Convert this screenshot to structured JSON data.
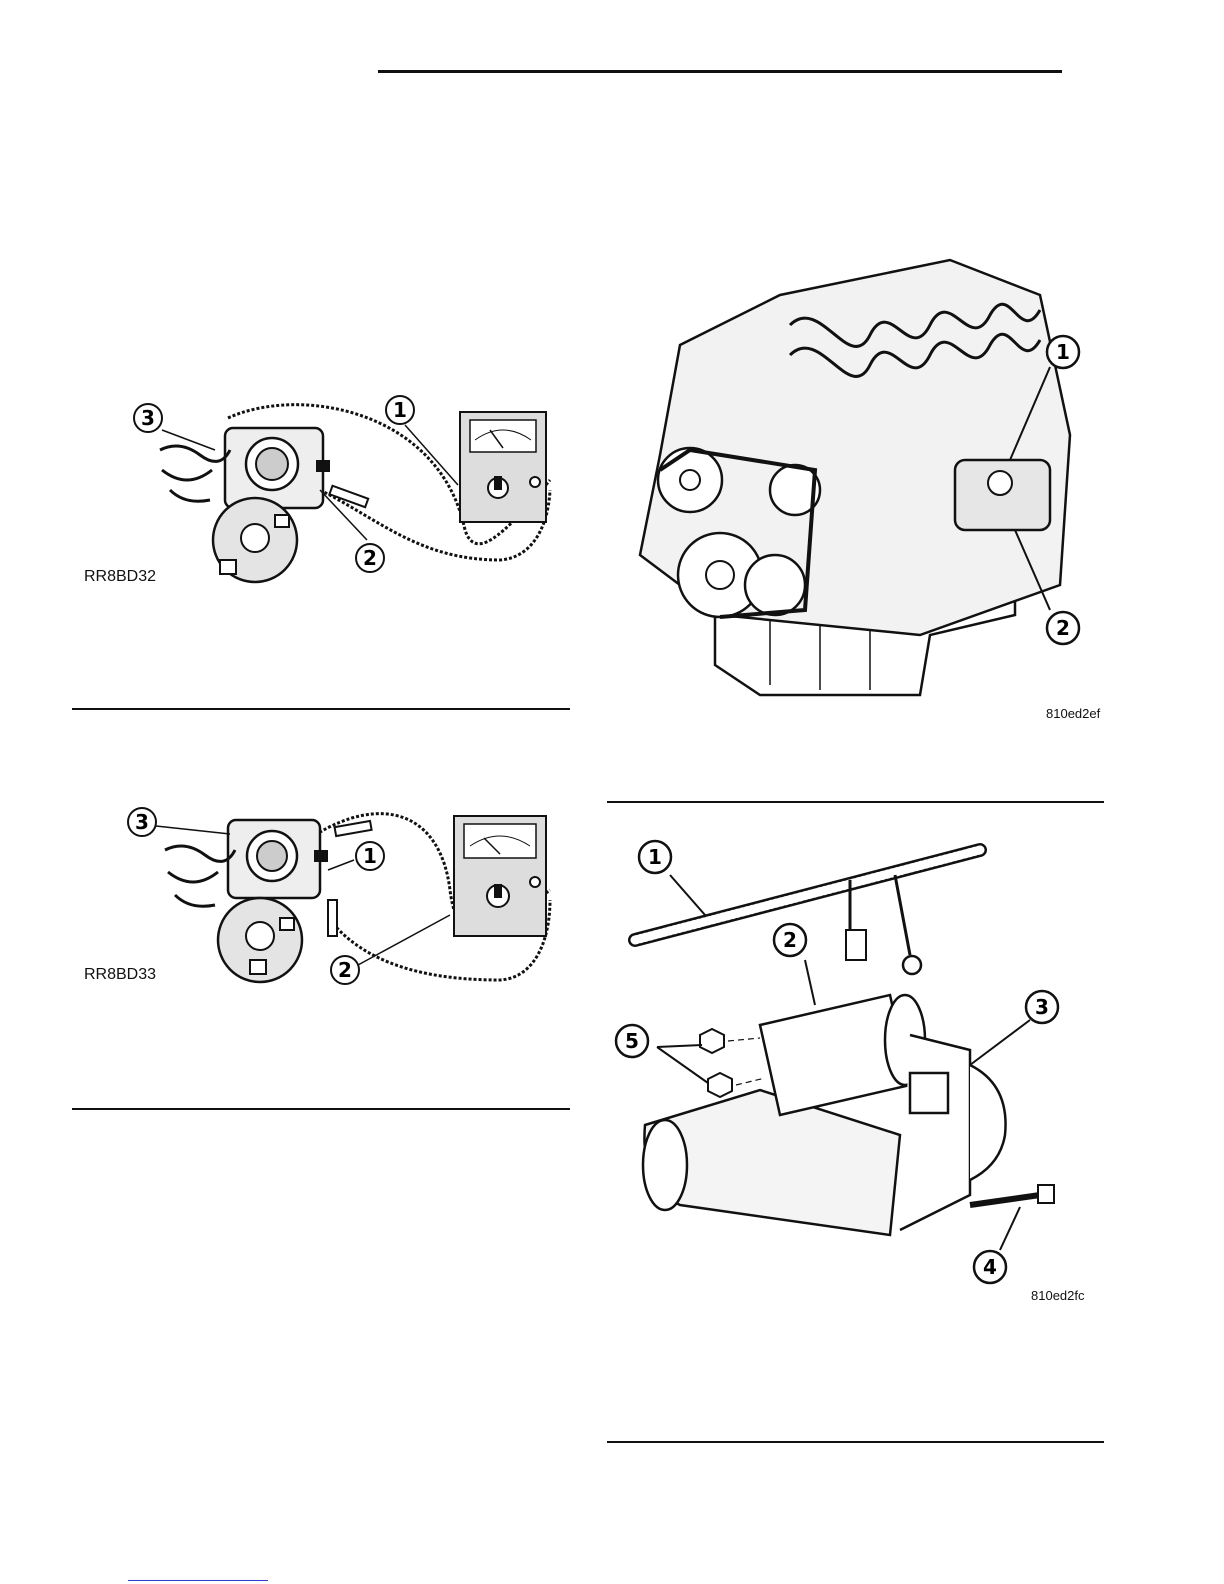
{
  "figures": {
    "solenoid_test_1": {
      "code": "RR8BD32",
      "callouts": [
        "1",
        "2",
        "3"
      ]
    },
    "solenoid_test_2": {
      "code": "RR8BD33",
      "callouts": [
        "1",
        "2",
        "3"
      ]
    },
    "engine_starter_location": {
      "code": "810ed2ef",
      "callouts": [
        "1",
        "2"
      ]
    },
    "starter_exploded": {
      "code": "810ed2fc",
      "callouts": [
        "1",
        "2",
        "3",
        "4",
        "5"
      ]
    }
  },
  "colors": {
    "ink": "#111111",
    "link_rule": "#2f3fd0"
  }
}
